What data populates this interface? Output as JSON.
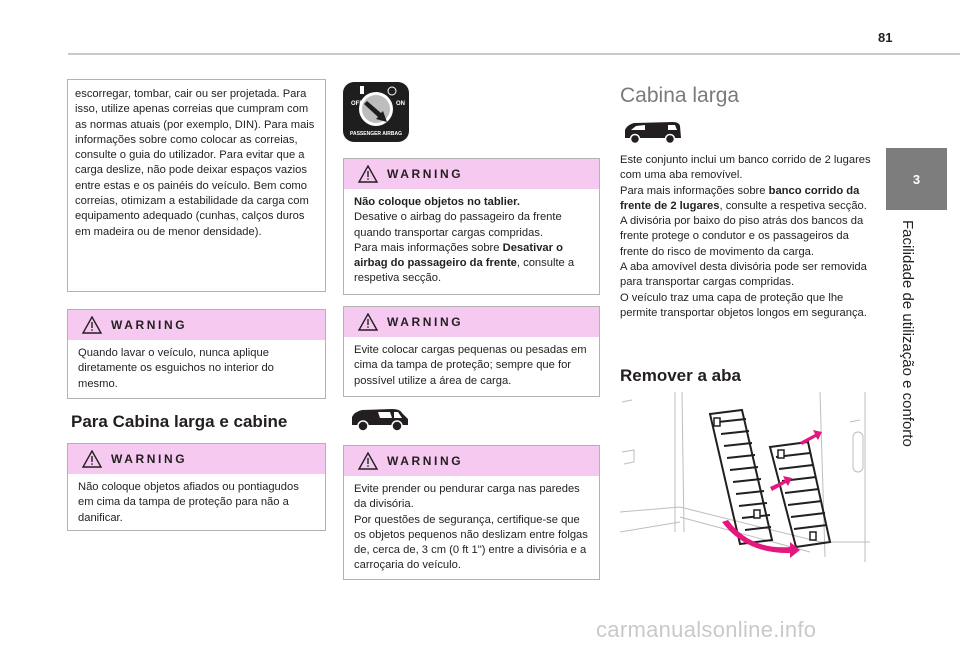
{
  "page": {
    "number": "81",
    "chapter_tab": "3",
    "chapter_title": "Facilidade de utilização e conforto"
  },
  "col1": {
    "intro_text": "escorregar, tombar, cair ou ser projetada. Para isso, utilize apenas correias que cumpram com as normas atuais (por exemplo, DIN). Para mais informações sobre como colocar as correias, consulte o guia do utilizador. Para evitar que a carga deslize, não pode deixar espaços vazios entre estas e os painéis do veículo. Bem como correias, otimizam a estabilidade da carga com equipamento adequado (cunhas, calços duros em madeira ou de menor densidade).",
    "warning1": {
      "label": "WARNING",
      "text": "Quando lavar o veículo, nunca aplique diretamente os esguichos no interior do mesmo."
    },
    "heading": "Para Cabina larga e cabine",
    "warning2": {
      "label": "WARNING",
      "text": "Não coloque objetos afiados ou pontiagudos em cima da tampa de proteção para não a danificar."
    }
  },
  "col2": {
    "airbag_icon": {
      "name": "passenger-airbag-switch-icon",
      "off": "OFF",
      "on": "ON",
      "caption": "PASSENGER AIRBAG"
    },
    "warning1": {
      "label": "WARNING",
      "bold_title": "Não coloque objetos no tablier.",
      "text1": "Desative o airbag do passageiro da frente quando transportar cargas compridas.",
      "text2_pre": "Para mais informações sobre ",
      "text2_bold": "Desativar o airbag do passageiro da frente",
      "text2_post": ", consulte a respetiva secção."
    },
    "warning2": {
      "label": "WARNING",
      "text": "Evite colocar cargas pequenas ou pesadas em cima da tampa de proteção; sempre que for possível utilize a área de carga."
    },
    "van_icon": "van-icon",
    "warning3": {
      "label": "WARNING",
      "text1": "Evite prender ou pendurar carga nas paredes da divisória.",
      "text2": "Por questões de segurança, certifique-se que os objetos pequenos não deslizam entre folgas de, cerca de, 3 cm (0 ft 1\") entre a divisória e a carroçaria do veículo."
    }
  },
  "col3": {
    "title": "Cabina larga",
    "van_icon": "van-crew-cab-icon",
    "p1": "Este conjunto inclui um banco corrido de 2 lugares com uma aba removível.",
    "p2_pre": "Para mais informações sobre ",
    "p2_bold": "banco corrido da frente de 2 lugares",
    "p2_post": ", consulte a respetiva secção.",
    "p3": "A divisória por baixo do piso atrás dos bancos da frente protege o condutor e os passageiros da frente do risco de movimento da carga.",
    "p4": "A aba amovível desta divisória pode ser removida para transportar cargas compridas.",
    "p5": "O veículo traz uma capa de proteção que lhe permite transportar objetos longos em segurança.",
    "heading": "Remover a aba",
    "illustration": "removable-flap-illustration"
  },
  "watermark": "carmanualsonline.info",
  "colors": {
    "warning_bg": "#f6c9f0",
    "tab_bg": "#7d7d7d",
    "arrow": "#e5177e"
  }
}
